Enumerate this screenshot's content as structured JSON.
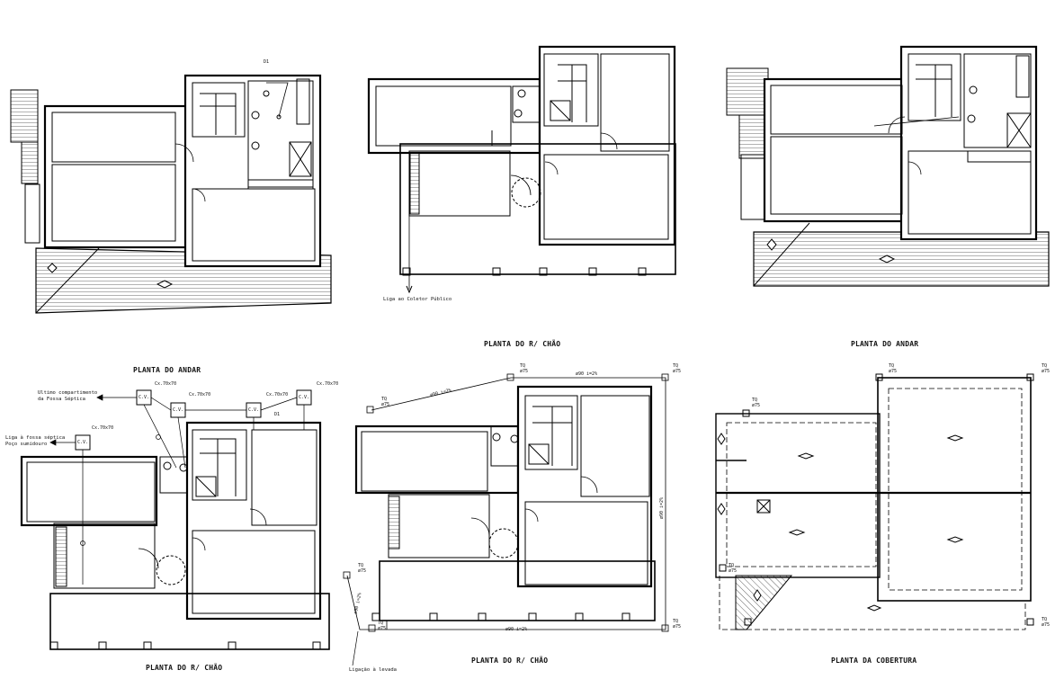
{
  "titles": {
    "plan_first_floor": "PLANTA DO ANDAR",
    "plan_ground_floor_top": "PLANTA DO R/ CHÃO",
    "plan_first_floor_top_right": "PLANTA DO ANDAR",
    "plan_ground_floor_sanitation": "PLANTA DO R/ CHÃO",
    "plan_ground_floor_drainage": "PLANTA DO R/ CHÃO",
    "plan_roof": "PLANTA DA COBERTURA"
  },
  "notes": {
    "public_collector": "Liga ao Coletor Público",
    "last_compartment": "Ultimo compartimento\nda Fossa Séptica",
    "septic_link": "Liga à fossa séptica\nPoço sumidouro",
    "valley_link": "Ligação à levada"
  },
  "tags": {
    "cv_box": "C.V.",
    "chamber_size": "Cx.70x70",
    "downpipe": "TQ",
    "downpipe_dia": "ø75",
    "d1": "D1",
    "slope_1": "ø90 i=2%",
    "slope_2": "ø90 i=2%",
    "slope_3": "ø90 i=2%"
  }
}
